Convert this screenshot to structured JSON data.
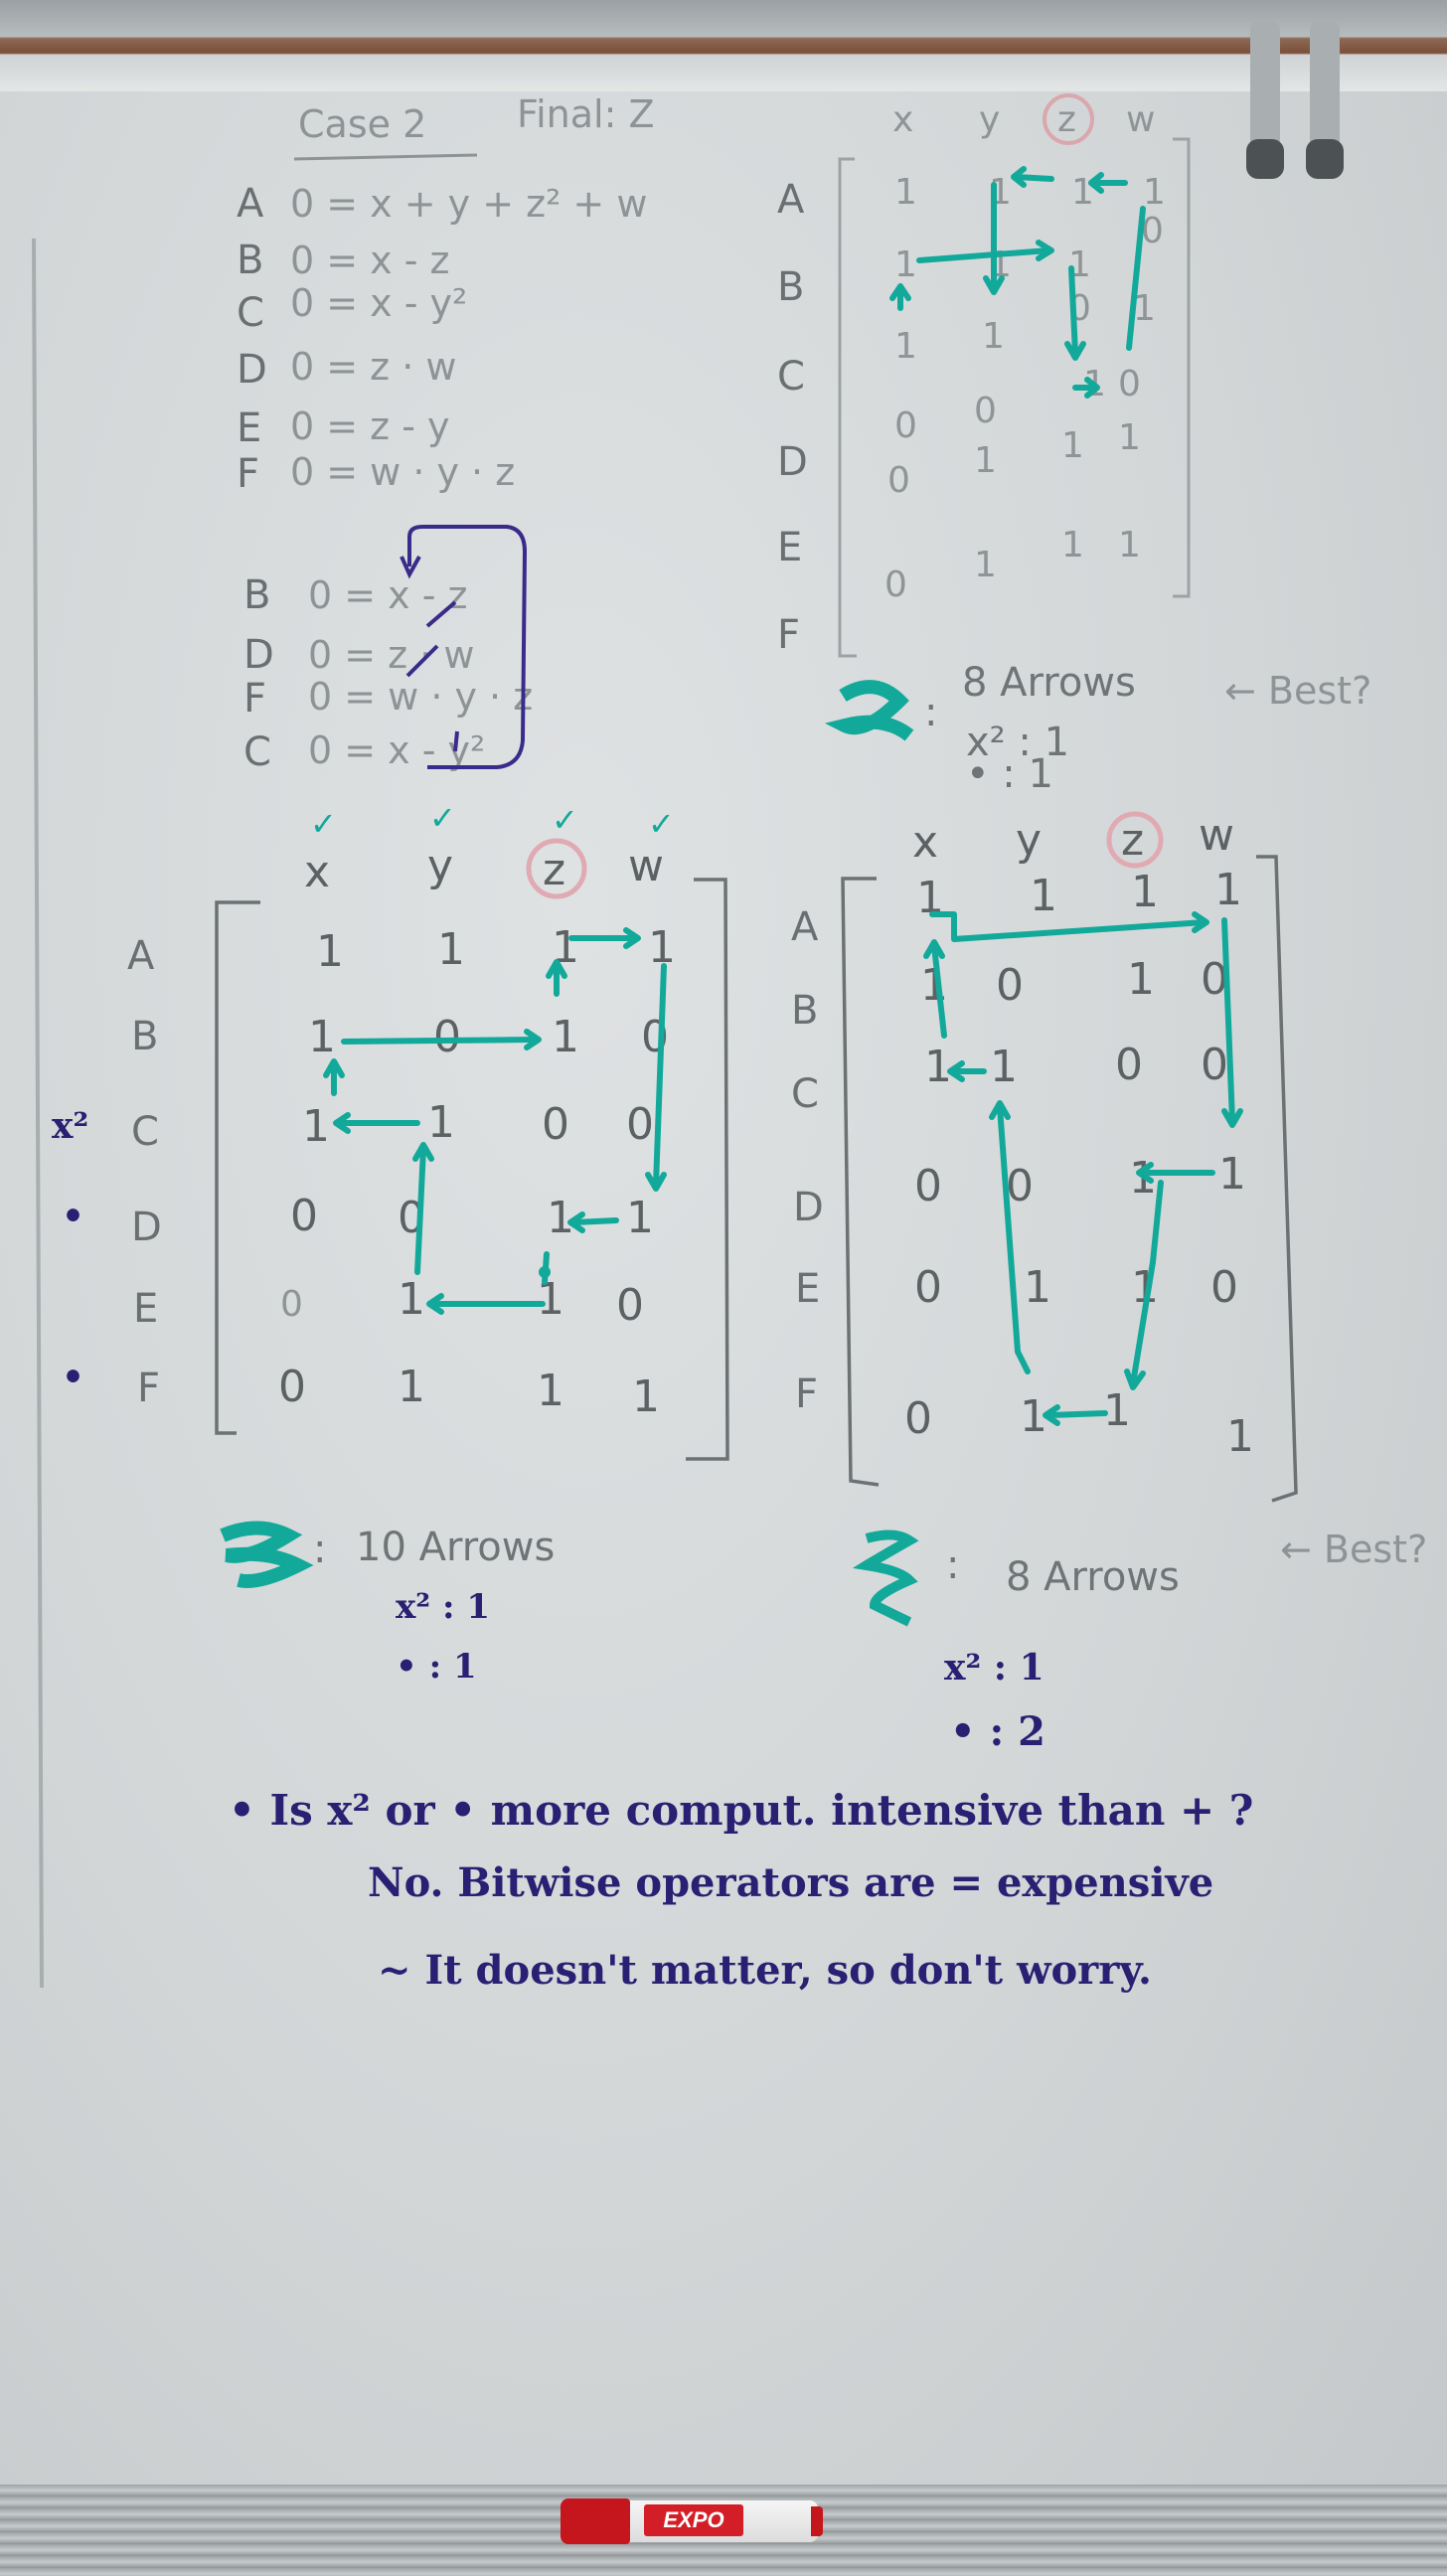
{
  "case_header": {
    "title": "Case 2",
    "subtitle": "Final: Z"
  },
  "equations": [
    {
      "row": "A",
      "expr": "0 = x + y + z² + w"
    },
    {
      "row": "B",
      "expr": "0 = x - z"
    },
    {
      "row": "C",
      "expr": "0 = x - y²"
    },
    {
      "row": "D",
      "expr": "0 = z · w"
    },
    {
      "row": "E",
      "expr": "0 = z - y"
    },
    {
      "row": "F",
      "expr": "0 = w · y · z"
    }
  ],
  "reordered_equations": [
    {
      "row": "B",
      "expr": "0 = x - z"
    },
    {
      "row": "D",
      "expr": "0 = z · w"
    },
    {
      "row": "F",
      "expr": "0 = w · y · z"
    },
    {
      "row": "C",
      "expr": "0 = x - y²"
    }
  ],
  "matrix_top_right": {
    "columns": [
      "x",
      "y",
      "z",
      "w"
    ],
    "rows": [
      "A",
      "B",
      "C",
      "D",
      "E",
      "F"
    ],
    "cells": [
      [
        "1",
        "1",
        "1",
        "1"
      ],
      [
        "1",
        "1",
        "1",
        "0"
      ],
      [
        "1",
        "1",
        "0",
        "1"
      ],
      [
        "0",
        "0",
        "1",
        "0"
      ],
      [
        "0",
        "1",
        "1",
        "1"
      ],
      [
        "0",
        "1",
        "1",
        "1"
      ]
    ]
  },
  "summary_top_right": {
    "count": "8 Arrows",
    "note": "← Best?",
    "x2": "x² : 1",
    "dot": "• : 1"
  },
  "matrix_left": {
    "columns": [
      "x",
      "y",
      "z",
      "w"
    ],
    "checks": [
      "✓",
      "✓",
      "✓",
      "✓"
    ],
    "rows": [
      "A",
      "B",
      "C",
      "D",
      "E",
      "F"
    ],
    "row_marks": [
      "",
      "",
      "x²",
      "•",
      "",
      "•"
    ],
    "cells": [
      [
        "1",
        "1",
        "1",
        "1"
      ],
      [
        "1",
        "0",
        "1",
        "0"
      ],
      [
        "1",
        "1",
        "0",
        "0"
      ],
      [
        "0",
        "0",
        "1",
        "1"
      ],
      [
        "0",
        "1",
        "1",
        "0"
      ],
      [
        "0",
        "1",
        "1",
        "1"
      ]
    ]
  },
  "summary_left": {
    "count": "10 Arrows",
    "x2": "x² : 1",
    "dot": "• : 1"
  },
  "matrix_right": {
    "columns": [
      "x",
      "y",
      "z",
      "w"
    ],
    "rows": [
      "A",
      "B",
      "C",
      "D",
      "E",
      "F"
    ],
    "cells": [
      [
        "1",
        "1",
        "1",
        "1"
      ],
      [
        "1",
        "0",
        "1",
        "0"
      ],
      [
        "1",
        "1",
        "0",
        "0"
      ],
      [
        "0",
        "0",
        "1",
        "1"
      ],
      [
        "0",
        "1",
        "1",
        "0"
      ],
      [
        "0",
        "1",
        "1",
        "1"
      ]
    ]
  },
  "summary_right": {
    "count": "8 Arrows",
    "note": "← Best?",
    "x2": "x² : 1",
    "dot": "• : 2"
  },
  "notes": {
    "question": "• Is x² or • more comput. intensive than + ?",
    "answer": "No. Bitwise operators are = expensive",
    "aside": "~ It doesn't matter, so don't worry."
  },
  "marker": {
    "brand": "EXPO"
  },
  "colors": {
    "teal_ink": "#12a99a",
    "blue_ink": "#2a1f72",
    "gray_ink": "#8e9396",
    "red_marker": "#c4161c"
  }
}
